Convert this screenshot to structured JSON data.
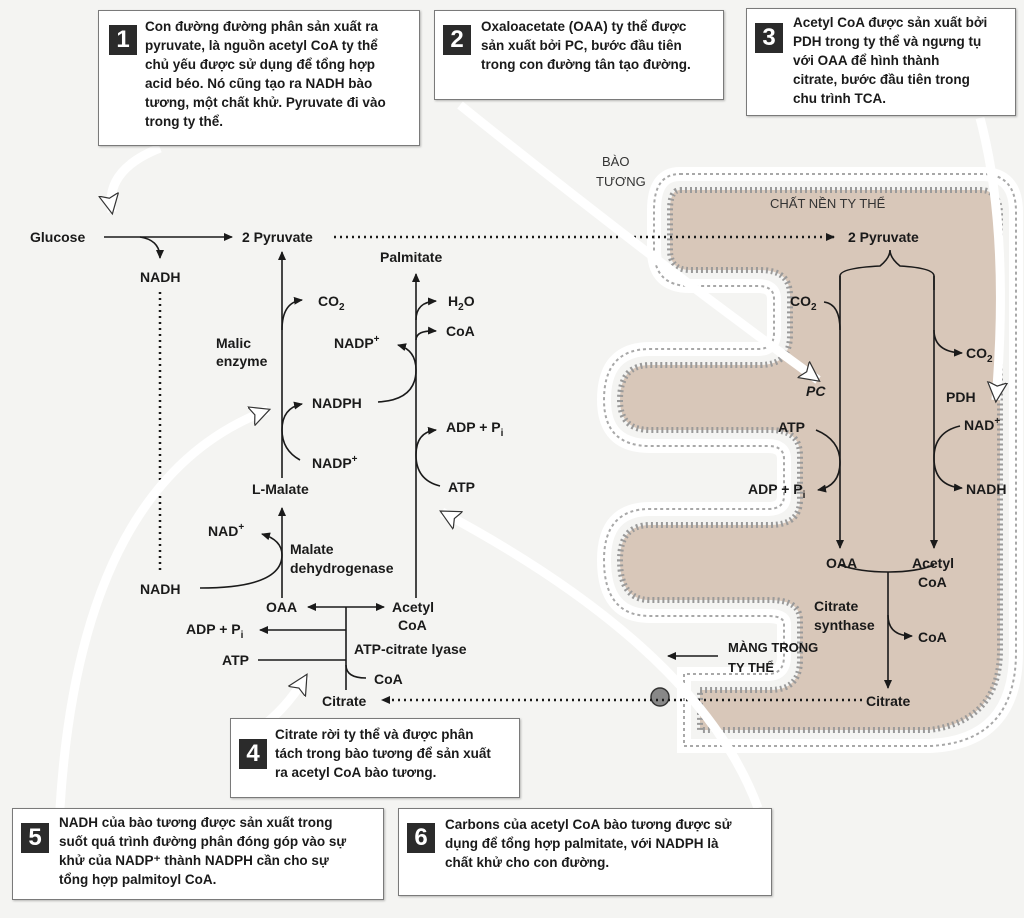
{
  "regions": {
    "cytosol_line1": "BÀO",
    "cytosol_line2": "TƯƠNG",
    "matrix": "CHẤT NỀN TY THỂ",
    "membrane_line1": "MÀNG TRONG",
    "membrane_line2": "TY THỂ"
  },
  "cytosol": {
    "glucose": "Glucose",
    "pyruvate": "2 Pyruvate",
    "nadh_top": "NADH",
    "nadh_bottom": "NADH",
    "co2_base": "CO",
    "co2_sub": "2",
    "malic_line1": "Malic",
    "malic_line2": "enzyme",
    "nadph": "NADPH",
    "nadp_base": "NADP",
    "nadp_sup": "+",
    "l_malate": "L-Malate",
    "nad_base": "NAD",
    "nad_sup": "+",
    "mdh_line1": "Malate",
    "mdh_line2": "dehydrogenase",
    "oaa": "OAA",
    "acetyl_line1": "Acetyl",
    "acetyl_line2": "CoA",
    "adp_pi_base": "ADP + P",
    "adp_pi_sub": "i",
    "atp": "ATP",
    "acl": "ATP-citrate lyase",
    "coa": "CoA",
    "citrate": "Citrate",
    "palmitate": "Palmitate",
    "h2o_base": "H",
    "h2o_sub": "2",
    "h2o_tail": "O",
    "coa_fa": "CoA",
    "nadp_fa_base": "NADP",
    "nadp_fa_sup": "+",
    "adp_pi_fa_base": "ADP + P",
    "adp_pi_fa_sub": "i",
    "atp_fa": "ATP"
  },
  "mito": {
    "pyruvate": "2 Pyruvate",
    "co2_left_base": "CO",
    "co2_left_sub": "2",
    "pc": "PC",
    "atp": "ATP",
    "adp_pi_base": "ADP + P",
    "adp_pi_sub": "i",
    "co2_right_base": "CO",
    "co2_right_sub": "2",
    "pdh": "PDH",
    "nad_base": "NAD",
    "nad_sup": "+",
    "nadh": "NADH",
    "oaa": "OAA",
    "acetyl_line1": "Acetyl",
    "acetyl_line2": "CoA",
    "cs_line1": "Citrate",
    "cs_line2": "synthase",
    "coa": "CoA",
    "citrate": "Citrate"
  },
  "callouts": [
    {
      "num": "1",
      "lines": [
        "Con đường đường phân sản xuất ra",
        "pyruvate, là nguồn acetyl CoA ty thể",
        "chủ yếu được sử dụng để tổng hợp",
        "acid béo. Nó cũng tạo ra NADH bào",
        "tương, một chất khử. Pyruvate đi vào",
        "trong ty thể."
      ]
    },
    {
      "num": "2",
      "lines": [
        "Oxaloacetate (OAA) ty thể được",
        "sản xuất bởi PC, bước đầu tiên",
        "trong con đường tân tạo đường."
      ]
    },
    {
      "num": "3",
      "lines": [
        "Acetyl CoA được sản xuất bởi",
        "PDH trong ty thể và ngưng tụ",
        "với OAA để hình thành",
        "citrate, bước đầu tiên trong",
        "chu trình TCA."
      ]
    },
    {
      "num": "4",
      "lines": [
        "Citrate rời ty thể và được phân",
        "tách trong bào tương để sản xuất",
        "ra acetyl CoA bào tương."
      ]
    },
    {
      "num": "5",
      "lines": [
        "NADH của bào tương được sản xuất trong",
        "suốt quá trình đường phân đóng góp vào sự",
        "khử của NADP⁺ thành NADPH cần cho sự",
        "tổng hợp palmitoyl CoA."
      ]
    },
    {
      "num": "6",
      "lines": [
        "Carbons của acetyl CoA bào tương được sử",
        "dụng để tổng hợp palmitate, với NADPH là",
        "chất khử cho con đường."
      ]
    }
  ],
  "colors": {
    "matrix": "#d8c7b9",
    "membrane_head": "#ffffff",
    "membrane_stroke": "#9a9a9a",
    "background": "#f4f4f2",
    "ink": "#1a1a1a"
  }
}
